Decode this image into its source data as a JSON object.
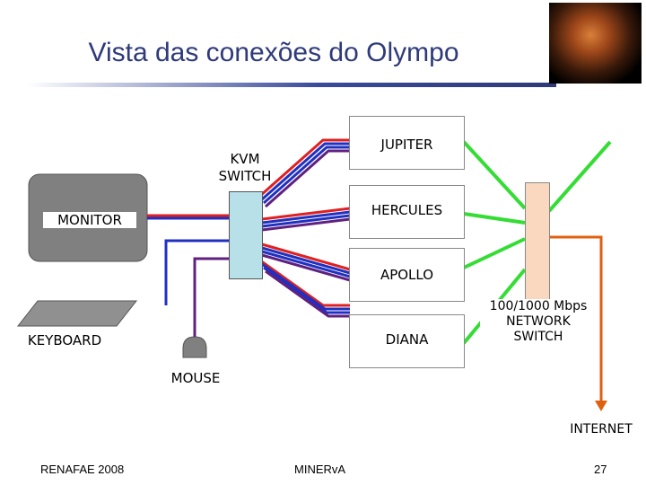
{
  "title": "Vista das conexões do Olympo",
  "nodes": {
    "jupiter": "JUPITER",
    "hercules": "HERCULES",
    "apollo": "APOLLO",
    "diana": "DIANA",
    "kvm": "KVM SWITCH",
    "monitor": "MONITOR",
    "keyboard": "KEYBOARD",
    "mouse": "MOUSE",
    "network_switch": "100/1000 Mbps NETWORK SWITCH",
    "internet": "INTERNET"
  },
  "footer": {
    "left": "RENAFAE 2008",
    "center": "MINERvA",
    "page": "27"
  },
  "colors": {
    "title": "#2e3a7a",
    "link_red": "#e02020",
    "link_blue": "#2030c0",
    "link_purple": "#602080",
    "network_green": "#33dd33",
    "internet_orange": "#e06010",
    "kvm_fill": "#b8e0e8",
    "switch_fill": "#fad8c0",
    "monitor_fill": "#808080"
  },
  "icons": [
    "olympian-head-image"
  ]
}
